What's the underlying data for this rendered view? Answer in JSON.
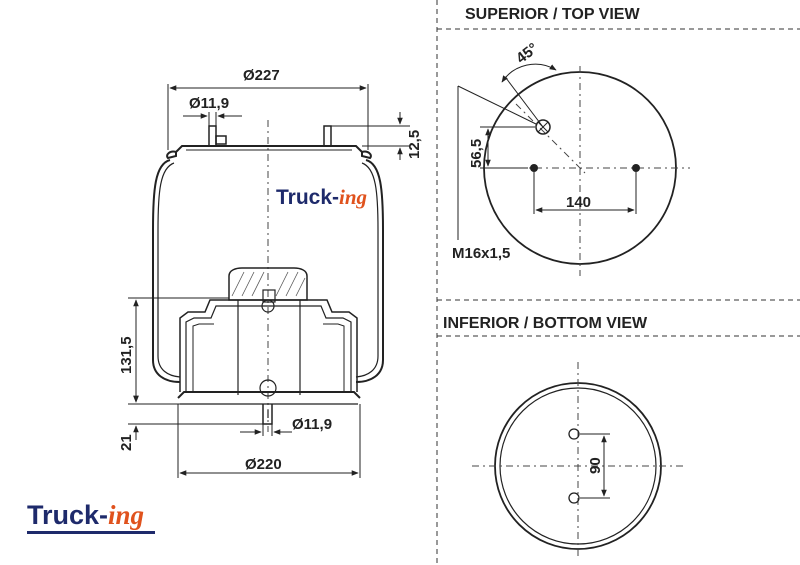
{
  "headings": {
    "top_view": "SUPERIOR / TOP VIEW",
    "bottom_view": "INFERIOR / BOTTOM VIEW"
  },
  "side_view": {
    "diameter_top": "Ø227",
    "stud_diameter_top": "Ø11,9",
    "stud_height": "12,5",
    "body_height": "131,5",
    "base_height": "21",
    "stud_diameter_bottom": "Ø11,9",
    "diameter_bottom": "Ø220",
    "inner_brand": {
      "part_a": "Truck-",
      "part_b": "ing"
    }
  },
  "top_view": {
    "angle": "45°",
    "offset": "56,5",
    "stud_spacing": "140",
    "thread": "M16x1,5"
  },
  "bottom_view": {
    "hole_spacing": "90"
  },
  "brand": {
    "part_a": "Truck-",
    "part_b": "ing",
    "color_primary": "#1e2a6b",
    "color_accent": "#e0521d"
  }
}
